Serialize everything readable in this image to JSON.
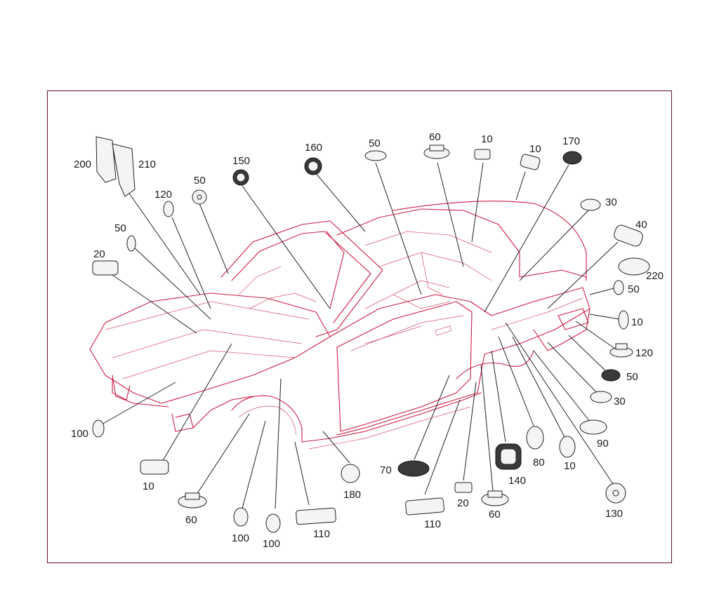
{
  "callouts": [
    {
      "id": "c200",
      "label": "200"
    },
    {
      "id": "c210",
      "label": "210"
    },
    {
      "id": "c120a",
      "label": "120"
    },
    {
      "id": "c50a",
      "label": "50"
    },
    {
      "id": "c150",
      "label": "150"
    },
    {
      "id": "c160",
      "label": "160"
    },
    {
      "id": "c50b",
      "label": "50"
    },
    {
      "id": "c60a",
      "label": "60"
    },
    {
      "id": "c10a",
      "label": "10"
    },
    {
      "id": "c10b",
      "label": "10"
    },
    {
      "id": "c170",
      "label": "170"
    },
    {
      "id": "c30a",
      "label": "30"
    },
    {
      "id": "c40",
      "label": "40"
    },
    {
      "id": "c220",
      "label": "220"
    },
    {
      "id": "c50c",
      "label": "50"
    },
    {
      "id": "c10c",
      "label": "10"
    },
    {
      "id": "c120b",
      "label": "120"
    },
    {
      "id": "c50d",
      "label": "50"
    },
    {
      "id": "c30b",
      "label": "30"
    },
    {
      "id": "c90",
      "label": "90"
    },
    {
      "id": "c130",
      "label": "130"
    },
    {
      "id": "c10d",
      "label": "10"
    },
    {
      "id": "c80",
      "label": "80"
    },
    {
      "id": "c140",
      "label": "140"
    },
    {
      "id": "c60b",
      "label": "60"
    },
    {
      "id": "c20b",
      "label": "20"
    },
    {
      "id": "c110b",
      "label": "110"
    },
    {
      "id": "c70",
      "label": "70"
    },
    {
      "id": "c180",
      "label": "180"
    },
    {
      "id": "c110a",
      "label": "110"
    },
    {
      "id": "c100b",
      "label": "100"
    },
    {
      "id": "c100c",
      "label": "100"
    },
    {
      "id": "c60c",
      "label": "60"
    },
    {
      "id": "c10e",
      "label": "10"
    },
    {
      "id": "c100a",
      "label": "100"
    },
    {
      "id": "c20a",
      "label": "20"
    },
    {
      "id": "c50e",
      "label": "50"
    }
  ],
  "colors": {
    "frame": "#5a1026",
    "car_outline": "#cc1d45",
    "leader": "#222222",
    "label_text": "#1a1a1a"
  }
}
